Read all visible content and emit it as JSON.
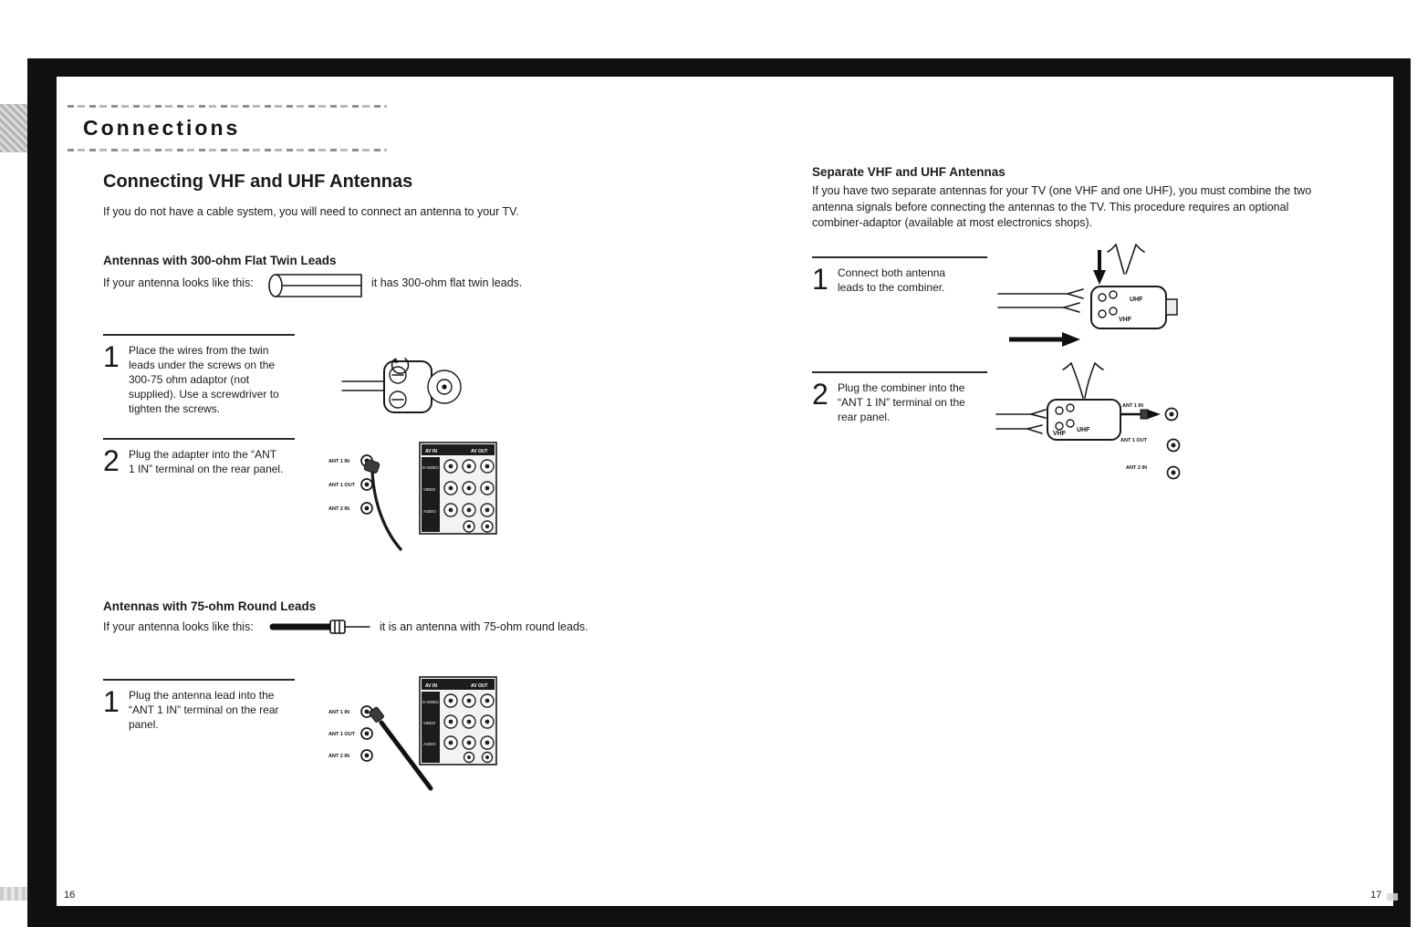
{
  "header": {
    "title": "Connections"
  },
  "left_page": {
    "page_number": "16",
    "title": "Connecting VHF and UHF Antennas",
    "intro": "If you do not have a cable system, you will need to connect an antenna to your TV.",
    "flat_leads": {
      "heading": "Antennas with 300-ohm Flat Twin Leads",
      "lead_in": "If your antenna looks like this:",
      "result": "it has 300-ohm flat twin leads.",
      "step1_num": "1",
      "step1_text": "Place the wires from the twin leads under the screws on the 300-75 ohm adaptor (not supplied). Use a screwdriver to tighten the screws.",
      "step2_num": "2",
      "step2_text": "Plug the adapter into the “ANT 1 IN” terminal on the rear panel."
    },
    "round_leads": {
      "heading": "Antennas with 75-ohm Round Leads",
      "lead_in": "If your antenna looks like this:",
      "result": "it is an antenna with 75-ohm round leads.",
      "step1_num": "1",
      "step1_text": "Plug the antenna lead into the “ANT 1 IN” terminal on the rear panel."
    }
  },
  "right_page": {
    "page_number": "17",
    "heading": "Separate VHF and UHF Antennas",
    "intro": "If you have two separate antennas for your TV (one VHF and one UHF), you must combine the two antenna signals before connecting the antennas to the TV. This procedure requires an optional combiner-adaptor (available at most electronics shops).",
    "step1_num": "1",
    "step1_text": "Connect both antenna leads to the combiner.",
    "step2_num": "2",
    "step2_text": "Plug the combiner into the “ANT 1 IN” terminal on the rear panel."
  },
  "diagram_labels": {
    "ant1in": "ANT 1 IN",
    "ant1out": "ANT 1 OUT",
    "ant2in": "ANT 2 IN",
    "vhf": "VHF",
    "uhf": "UHF",
    "av_in": "AV IN",
    "av_out": "AV OUT",
    "s_video": "S-VIDEO",
    "video": "VIDEO",
    "audio": "AUDIO"
  }
}
